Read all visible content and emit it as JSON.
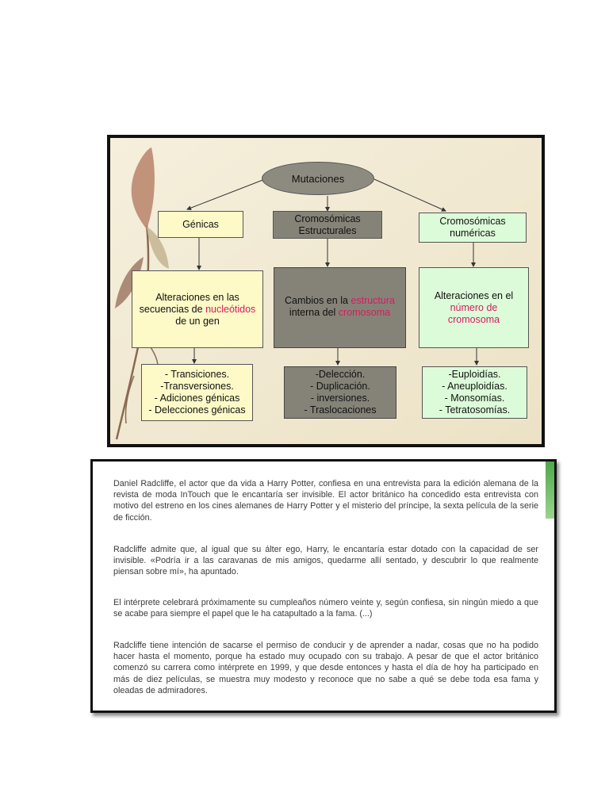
{
  "diagram": {
    "root": "Mutaciones",
    "genicas": {
      "title": "Génicas",
      "description": {
        "pre": "Alteraciones en las secuencias de ",
        "highlight": "nucleótidos",
        "post": " de un gen"
      },
      "examples": [
        "- Transiciones.",
        "-Transversiones.",
        "- Adiciones génicas",
        "- Delecciones génicas"
      ]
    },
    "estructurales": {
      "title_line1": "Cromosómicas",
      "title_line2": "Estructurales",
      "description": {
        "pre": "Cambios en la ",
        "highlight1": "estructura",
        "mid": " interna del ",
        "highlight2": "cromosoma"
      },
      "examples": [
        "-Delección.",
        "- Duplicación.",
        "- inversiones.",
        "- Traslocaciones"
      ]
    },
    "numericas": {
      "title_line1": "Cromosómicas",
      "title_line2": "numéricas",
      "description": {
        "line1": "Alteraciones en el",
        "highlight_line2": "número de",
        "highlight_line3": "cromosoma"
      },
      "examples": [
        "-Euploidías.",
        "- Aneuploidías.",
        "- Monsomías.",
        "- Tetratosomías."
      ]
    },
    "colors": {
      "yellow": "#fdfac8",
      "gray": "#858378",
      "green": "#dcfcd9",
      "highlight": "#d81b60"
    }
  },
  "article": {
    "paragraphs": [
      "Daniel Radcliffe, el actor que da vida a Harry Potter, confiesa en una entrevista para la edición alemana de la revista de moda InTouch que le encantaría ser invisible. El actor británico ha concedido esta entrevista con motivo del estreno en los cines alemanes de Harry Potter y el misterio del príncipe, la sexta película de la serie de ficción.",
      "Radcliffe admite que, al igual que su álter ego, Harry, le encantaría estar dotado con la capacidad de ser invisible. «Podría ir a las caravanas de mis amigos, quedarme allí sentado, y descubrir lo que realmente piensan sobre mí», ha apuntado.",
      "El intérprete celebrará próximamente su cumpleaños número veinte y, según confiesa, sin ningún miedo a que se acabe para siempre el papel que le ha catapultado a la fama. (...)",
      "Radcliffe tiene intención de sacarse el permiso de conducir y de aprender a nadar, cosas que no ha podido hacer hasta el momento, porque ha estado muy ocupado con su trabajo. A pesar de que el actor británico comenzó su carrera como intérprete en 1999, y que desde entonces y hasta el día de hoy ha participado en más de diez películas, se muestra muy modesto y reconoce que no sabe a qué se debe toda esa fama y oleadas de admiradores."
    ]
  }
}
